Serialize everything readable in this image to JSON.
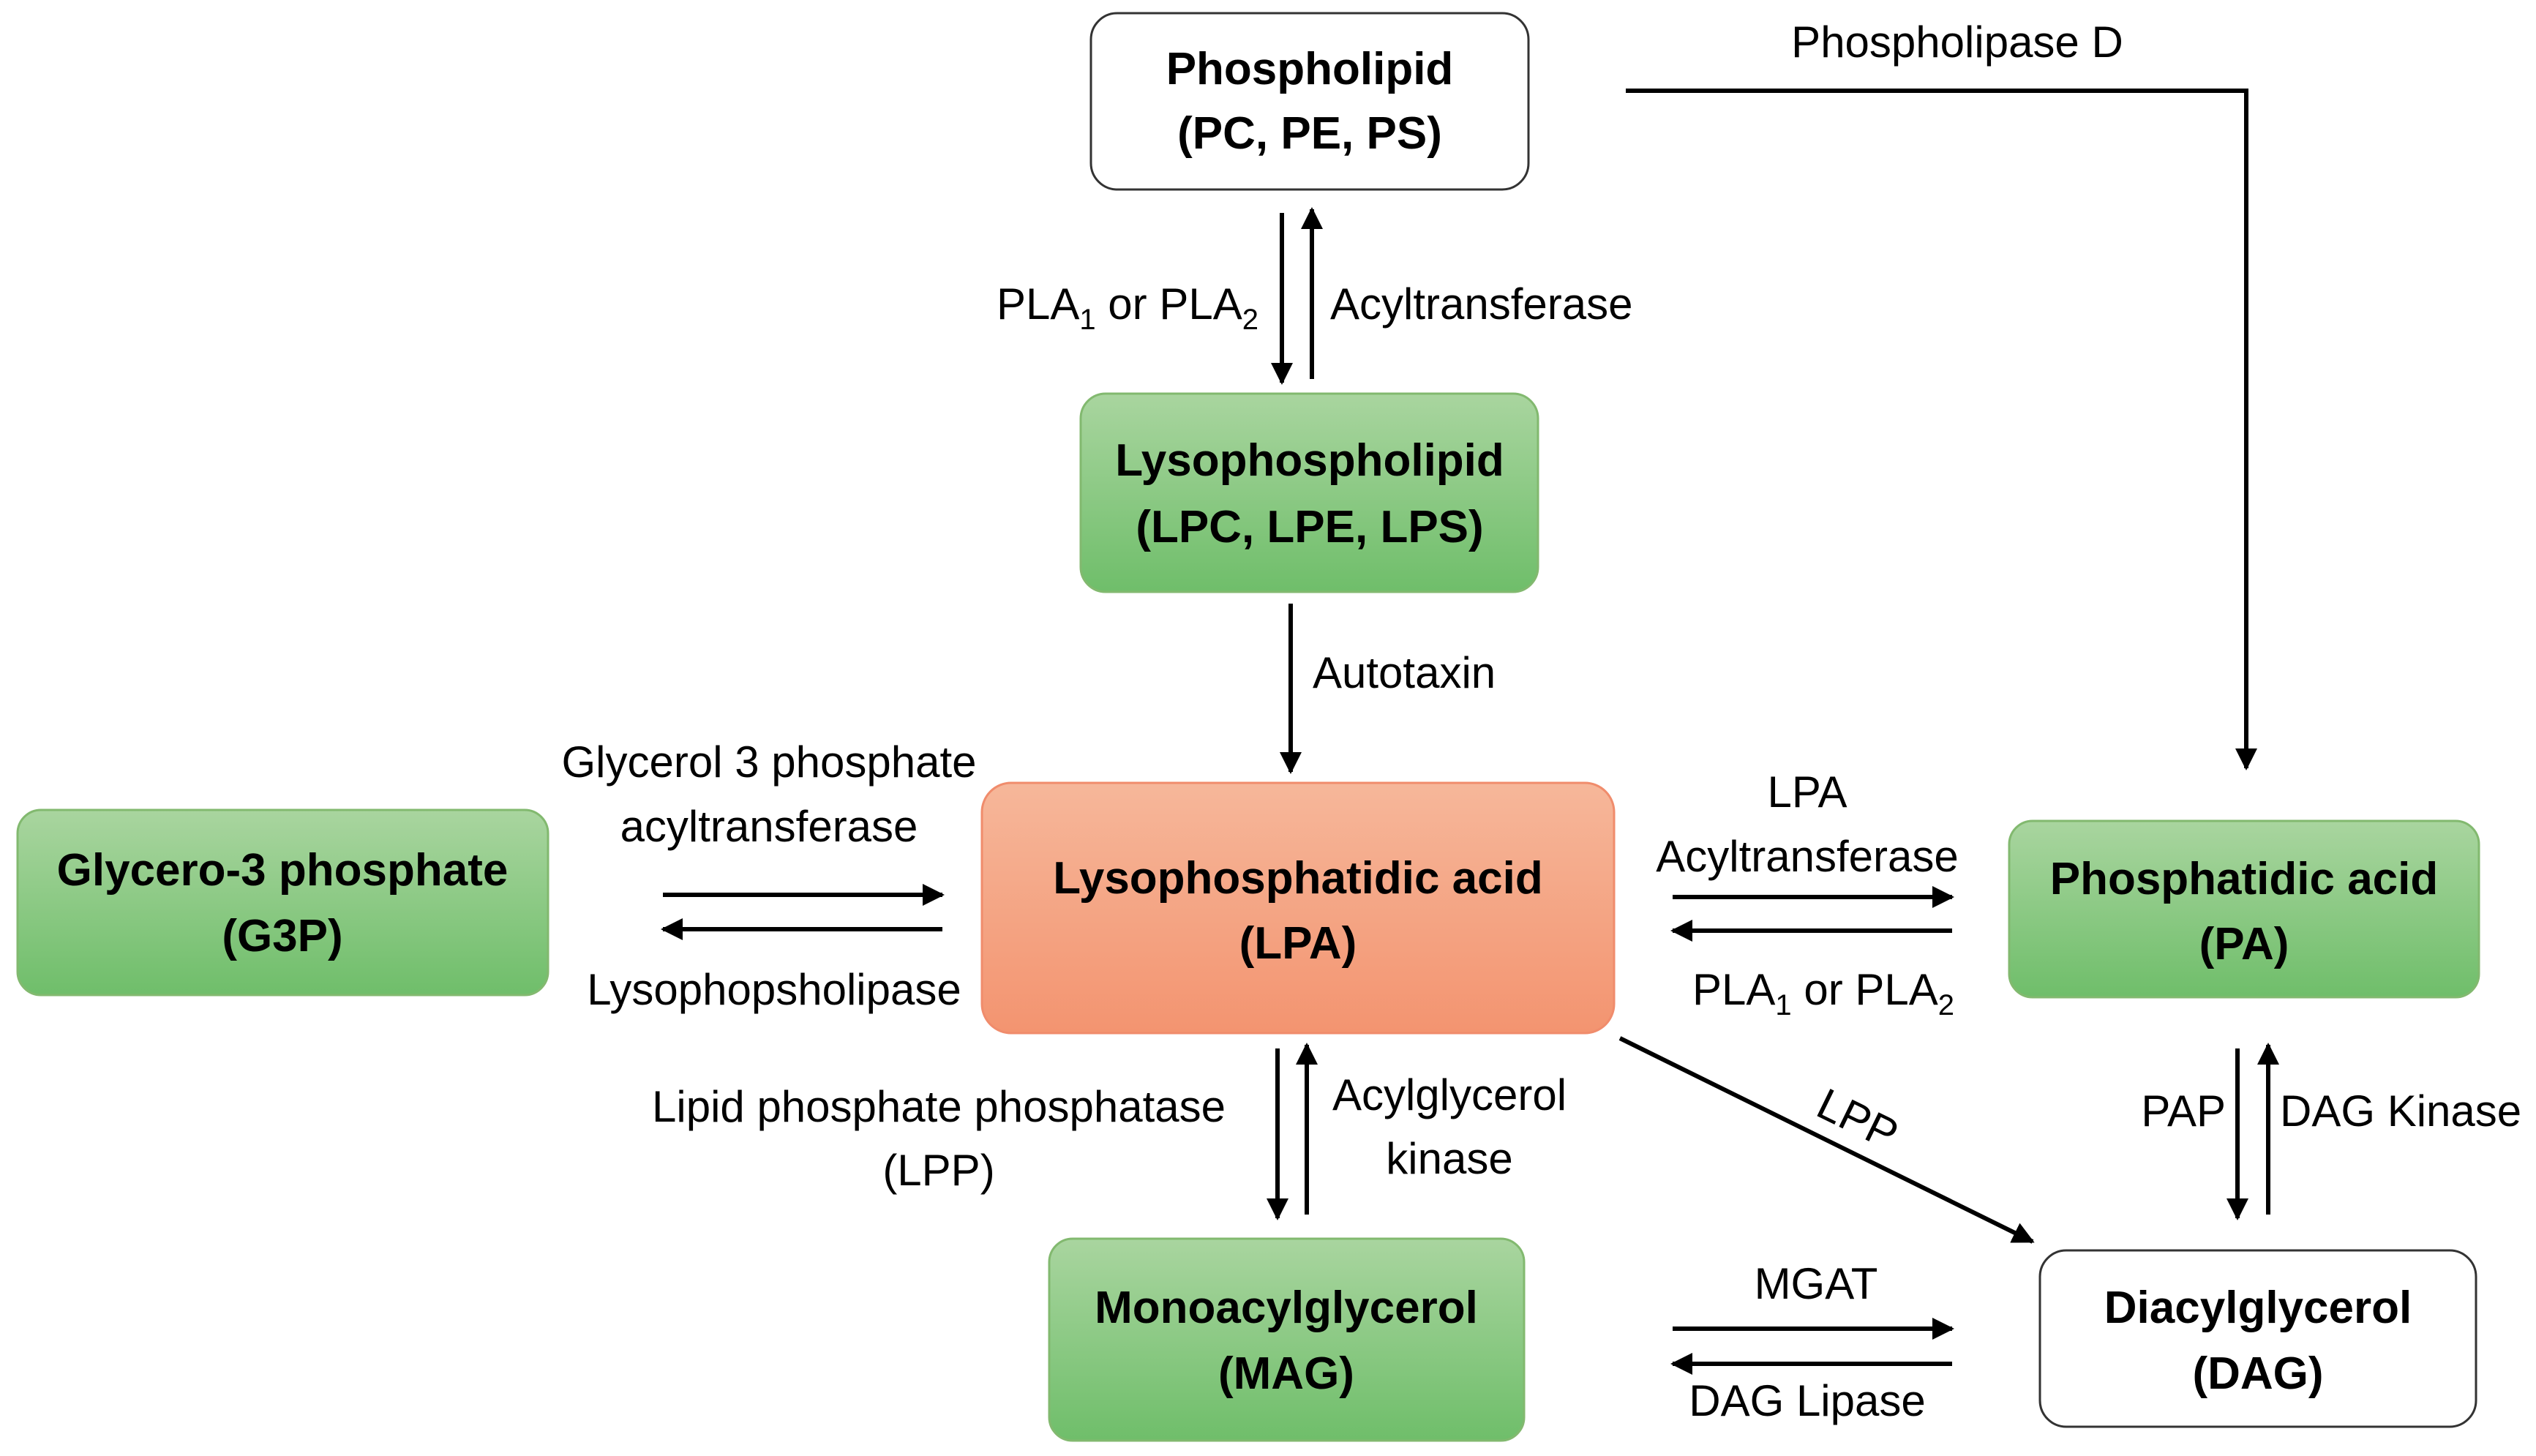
{
  "colors": {
    "green_top": "#a9d59f",
    "green_bottom": "#6fbe6a",
    "green_border": "#82b96f",
    "salmon_top": "#f6b79a",
    "salmon_bottom": "#f39470",
    "salmon_border": "#f08c6c",
    "white_border": "#333333",
    "line": "#000000"
  },
  "nodes": {
    "phospholipid": {
      "title": "Phospholipid",
      "sub": "(PC, PE, PS)"
    },
    "lysophospholipid": {
      "title": "Lysophospholipid",
      "sub": "(LPC, LPE, LPS)"
    },
    "lpa": {
      "title": "Lysophosphatidic acid",
      "sub": "(LPA)"
    },
    "g3p": {
      "title": "Glycero-3 phosphate",
      "sub": "(G3P)"
    },
    "pa": {
      "title": "Phosphatidic acid",
      "sub": "(PA)"
    },
    "mag": {
      "title": "Monoacylglycerol",
      "sub": "(MAG)"
    },
    "dag": {
      "title": "Diacylglycerol",
      "sub": "(DAG)"
    }
  },
  "enzymes": {
    "phospholipase_d": "Phospholipase D",
    "pla_down": {
      "a": "PLA",
      "a_sub": "1",
      "mid": " or PLA",
      "b_sub": "2"
    },
    "acyltransferase": "Acyltransferase",
    "autotaxin": "Autotaxin",
    "g3p_acyltransferase_line1": "Glycerol 3 phosphate",
    "g3p_acyltransferase_line2": "acyltransferase",
    "lysophospholipase": "Lysophopsholipase",
    "lpa_acyltransferase_line1": "LPA",
    "lpa_acyltransferase_line2": "Acyltransferase",
    "pla_left": {
      "a": "PLA",
      "a_sub": "1",
      "mid": " or PLA",
      "b_sub": "2"
    },
    "lpp_line1": "Lipid phosphate phosphatase",
    "lpp_line2": "(LPP)",
    "acylglycerol_line1": "Acylglycerol",
    "acylglycerol_line2": "kinase",
    "lpp_diagonal": "LPP",
    "pap": "PAP",
    "dag_kinase": "DAG Kinase",
    "mgat": "MGAT",
    "dag_lipase": "DAG Lipase"
  }
}
